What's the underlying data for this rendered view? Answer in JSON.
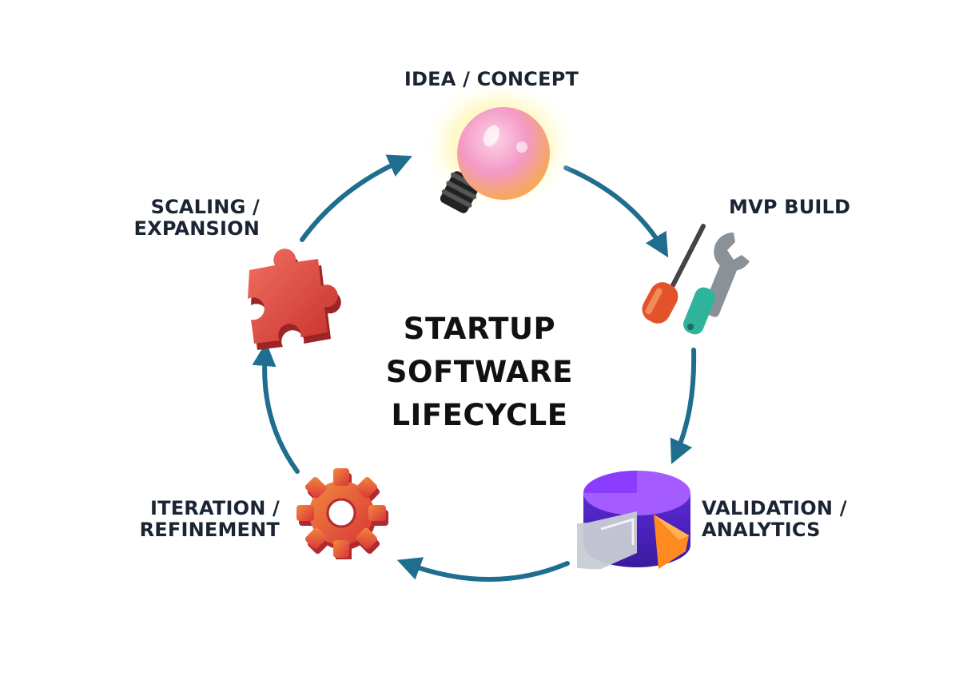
{
  "title": [
    "STARTUP",
    "SOFTWARE",
    "LIFECYCLE"
  ],
  "stages": [
    {
      "lines": [
        "IDEA / CONCEPT"
      ],
      "icon": "lightbulb-icon"
    },
    {
      "lines": [
        "MVP BUILD"
      ],
      "icon": "tools-icon"
    },
    {
      "lines": [
        "VALIDATION /",
        "ANALYTICS"
      ],
      "icon": "pie-chart-icon"
    },
    {
      "lines": [
        "ITERATION /",
        "REFINEMENT"
      ],
      "icon": "gear-icon"
    },
    {
      "lines": [
        "SCALING /",
        "EXPANSION"
      ],
      "icon": "puzzle-piece-icon"
    }
  ],
  "colors": {
    "arrow": "#1f6e8f",
    "text": "#1a2433",
    "bulb": "#f39ac6",
    "bulb_glow": "#fff38a",
    "screwdriver": "#e2522b",
    "wrench": "#8a9297",
    "wrench_handle": "#2fb39b",
    "pie_top": "#8b3dff",
    "pie_slice": "#ff8a1f",
    "gear": "#e04a3a",
    "puzzle": "#d9403a"
  }
}
